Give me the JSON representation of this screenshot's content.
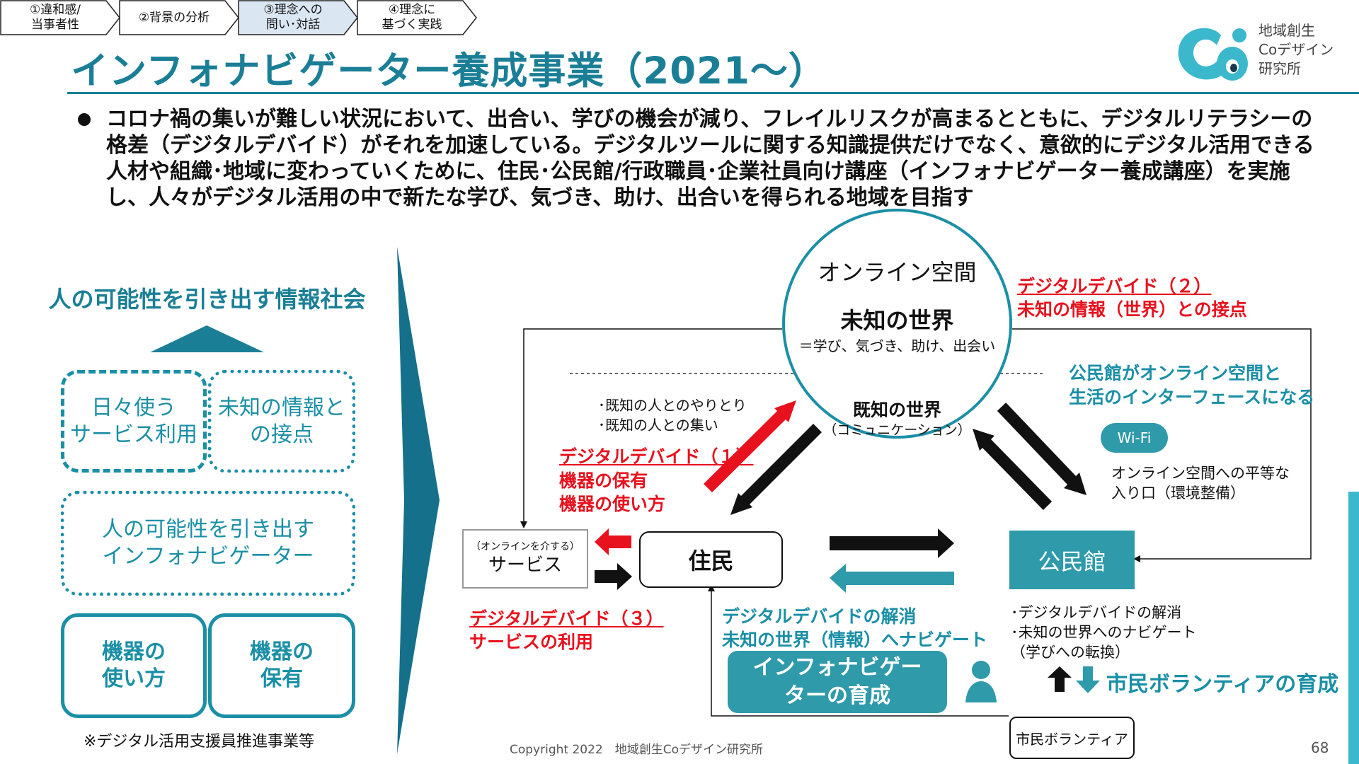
{
  "steps": [
    {
      "label": "①違和感/\n当事者性",
      "fill": "#ffffff"
    },
    {
      "label": "②背景の分析",
      "fill": "#ffffff"
    },
    {
      "label": "③理念への\n問い･対話",
      "fill": "#dbe6f3"
    },
    {
      "label": "④理念に\n基づく実践",
      "fill": "#ffffff"
    }
  ],
  "title": "インフォナビゲーター養成事業（2021～）",
  "logo": {
    "text": "地域創生\nCoデザイン\n研究所",
    "color": "#3cb8cc"
  },
  "bullet": "コロナ禍の集いが難しい状況において、出合い、学びの機会が減り、フレイルリスクが高まるとともに、デジタルリテラシーの格差（デジタルデバイド）がそれを加速している。デジタルツールに関する知識提供だけでなく、意欲的にデジタル活用できる人材や組織･地域に変わっていくために、住民･公民館/行政職員･企業社員向け講座（インフォナビゲーター養成講座）を実施し、人々がデジタル活用の中で新たな学び、気づき、助け、出合いを得られる地域を目指す",
  "left": {
    "title": "人の可能性を引き出す情報社会",
    "box_daily": "日々使う\nサービス利用",
    "box_unknown": "未知の情報と\nの接点",
    "box_navigator": "人の可能性を引き出す\nインフォナビゲーター",
    "box_usage": "機器の\n使い方",
    "box_own": "機器の\n保有",
    "footnote": "※デジタル活用支援員推進事業等"
  },
  "diagram": {
    "online_space": "オンライン空間",
    "unknown_world": "未知の世界",
    "unknown_world_sub": "＝学び、気づき、助け、出会い",
    "known_world": "既知の世界",
    "known_world_sub": "（コミュニケーション）",
    "known_items": [
      "･既知の人とのやりとり",
      "･既知の人との集い"
    ],
    "dd1": [
      "デジタルデバイド（１）",
      "機器の保有",
      "機器の使い方"
    ],
    "dd2": [
      "デジタルデバイド（２）",
      "未知の情報（世界）との接点"
    ],
    "dd3": [
      "デジタルデバイド（３）",
      "サービスの利用"
    ],
    "kouminkan_interface": [
      "公民館がオンライン空間と",
      "生活のインターフェースになる"
    ],
    "wifi": "Wi-Fi",
    "wifi_desc": [
      "オンライン空間への平等な",
      "入り口（環境整備）"
    ],
    "service_small": "（オンラインを介する）",
    "service": "サービス",
    "resident": "住民",
    "kouminkan": "公民館",
    "resolve": [
      "デジタルデバイドの解消",
      "未知の世界（情報）へナビゲート"
    ],
    "kouminkan_items": [
      "･デジタルデバイドの解消",
      "･未知の世界へのナビゲート",
      "（学びへの転換）"
    ],
    "navigator_training": [
      "インフォナビゲー",
      "ターの育成"
    ],
    "volunteer_training": "市民ボランティアの育成",
    "volunteer": "市民ボランティア"
  },
  "colors": {
    "teal": "#1a7f96",
    "accent": "#1a8fa6",
    "red": "#e8111e",
    "yellow": "#f2ee1a",
    "kouminkan": "#2e9aaa"
  },
  "copyright": "Copyright 2022　地域創生Coデザイン研究所",
  "page_number": "68"
}
